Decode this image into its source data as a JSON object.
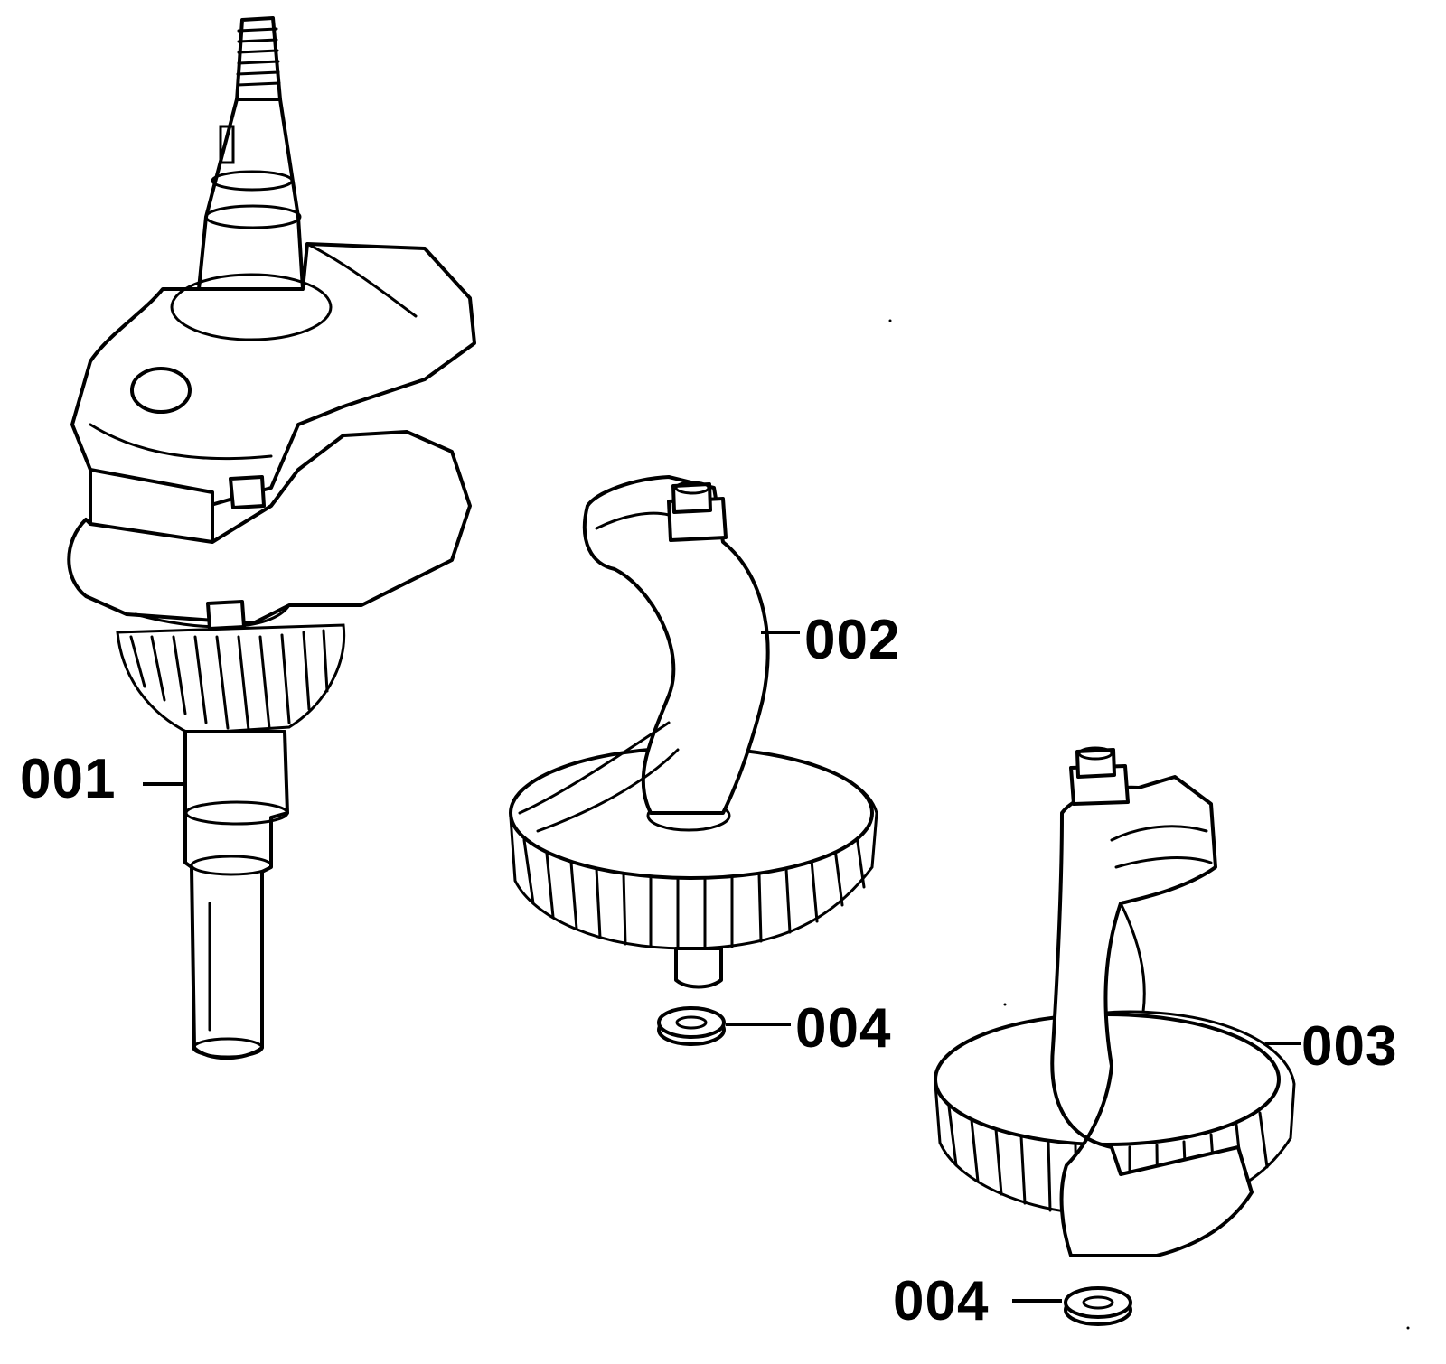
{
  "callouts": {
    "crankshaft": "001",
    "balancer_upper": "002",
    "balancer_lower": "003",
    "washer_upper": "004",
    "washer_lower": "004"
  },
  "colors": {
    "ink": "#000000",
    "paper": "#ffffff"
  }
}
